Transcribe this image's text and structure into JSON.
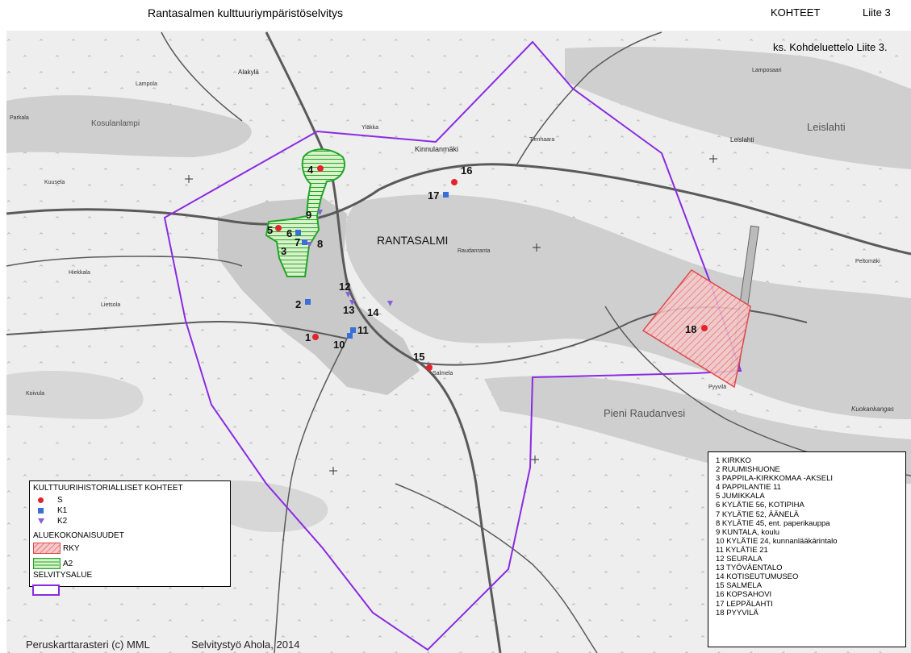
{
  "header": {
    "title": "Rantasalmen kulttuuriympäristöselvitys",
    "kohteet": "KOHTEET",
    "liite": "Liite 3",
    "reference": "ks. Kohdeluettelo Liite 3."
  },
  "map": {
    "place_labels": {
      "rantasalmi": "RANTASALMI",
      "pieni_raudanvesi": "Pieni Raudanvesi",
      "leislahti_big": "Leislahti",
      "leislahti": "Leislahti",
      "kinnulanmaki": "Kinnulanmäki",
      "alakyla": "Alakylä",
      "kosulanlampi": "Kosulanlampi",
      "parkala": "Parkala",
      "kuusela": "Kuusela",
      "tienhaara": "Tienhaara",
      "salmela": "Salmela",
      "kuokankangas": "Kuokankangas",
      "lampola": "Lampola",
      "lamposaari": "Lamposaari",
      "raudanranta": "Raudanranta",
      "hiekkala": "Hiekkala",
      "lietsola": "Lietsola",
      "pyyvila": "Pyyvilä",
      "peltomaki": "Peltomäki",
      "koivula": "Koivula",
      "ylaka": "Yläkka"
    },
    "markers": [
      {
        "num": "1",
        "type": "S"
      },
      {
        "num": "2",
        "type": "K1"
      },
      {
        "num": "3",
        "type": "A2"
      },
      {
        "num": "4",
        "type": "S"
      },
      {
        "num": "5",
        "type": "S"
      },
      {
        "num": "6",
        "type": "K1"
      },
      {
        "num": "7",
        "type": "K1"
      },
      {
        "num": "8",
        "type": "K2"
      },
      {
        "num": "9",
        "type": "K2"
      },
      {
        "num": "10",
        "type": "K1"
      },
      {
        "num": "11",
        "type": "K1"
      },
      {
        "num": "12",
        "type": "K2"
      },
      {
        "num": "13",
        "type": "K2"
      },
      {
        "num": "14",
        "type": "K2"
      },
      {
        "num": "15",
        "type": "S"
      },
      {
        "num": "16",
        "type": "S"
      },
      {
        "num": "17",
        "type": "K1"
      },
      {
        "num": "18",
        "type": "S"
      }
    ],
    "colors": {
      "S": "#e3232b",
      "K1": "#3a6fd8",
      "K2": "#8a5fd6",
      "RKY": "#e0484c",
      "A2": "#22a52a",
      "selvitysalue": "#8a2be2"
    }
  },
  "legend": {
    "section1_title": "KULTTUURIHISTORIALLISET KOHTEET",
    "s_label": "S",
    "k1_label": "K1",
    "k2_label": "K2",
    "section2_title": "ALUEKOKONAISUUDET",
    "rky_label": "RKY",
    "a2_label": "A2",
    "section3_title": "SELVITYSALUE"
  },
  "kohteet": [
    "1 KIRKKO",
    "2 RUUMISHUONE",
    "3 PAPPILA-KIRKKOMAA -AKSELI",
    "4 PAPPILANTIE 11",
    "5 JUMIKKALA",
    "6 KYLÄTIE 56, KOTIPIHA",
    "7 KYLÄTIE 52, ÄÄNELÄ",
    "8 KYLÄTIE 45, ent. paperikauppa",
    "9 KUNTALA, koulu",
    "10 KYLÄTIE 24, kunnanlääkärintalo",
    "11 KYLÄTIE 21",
    "12 SEURALA",
    "13 TYÖVÄENTALO",
    "14 KOTISEUTUMUSEO",
    "15 SALMELA",
    "16 KOPSAHOVI",
    "17 LEPPÄLAHTI",
    "18 PYYVILÄ"
  ],
  "footer": {
    "left": "Peruskarttarasteri (c) MML",
    "right": "Selvitystyö Ahola, 2014"
  }
}
